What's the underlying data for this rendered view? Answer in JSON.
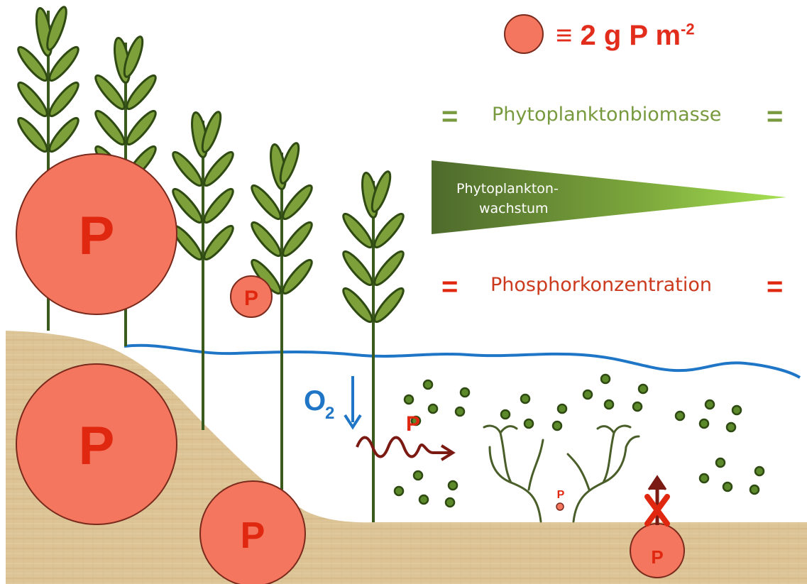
{
  "legend": {
    "symbol": "≡",
    "value": "2",
    "unit_main": "g P m",
    "unit_exp": "-2"
  },
  "rows": {
    "biomass": {
      "left_sign": "=",
      "label": "Phytoplanktonbiomasse",
      "right_sign": "=",
      "color": "#789a3f"
    },
    "growth": {
      "line1": "Phytoplankton-",
      "line2": "wachstum"
    },
    "phosphorus": {
      "left_sign": "=",
      "label": "Phosphorkonzentration",
      "right_sign": "=",
      "color": "#cc3a1e"
    }
  },
  "labels": {
    "p": "P",
    "o2_letter": "O",
    "o2_sub": "2",
    "flux_p": "P",
    "small_p": "P",
    "blocked_p": "P"
  },
  "colors": {
    "sediment": "#dcc496",
    "water_line": "#1f76c6",
    "plant_stem": "#3b5a1d",
    "leaf_fill": "#7ea03a",
    "p_circle": "#f4765e",
    "p_text": "#e0270f",
    "algae": "#5c8a2a",
    "arrow_dark": "#7a1a12"
  },
  "icons": {
    "blocked": "x-cross-icon",
    "oxygen_arrow": "arrow-down-icon",
    "flux_arrow": "wavy-arrow-icon"
  }
}
